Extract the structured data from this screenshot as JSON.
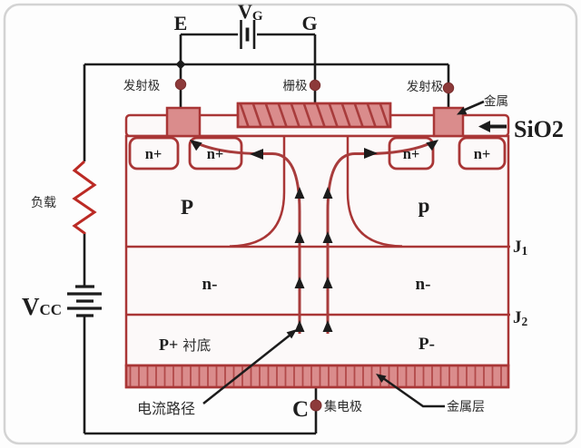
{
  "circuit": {
    "emitter_terminal": "E",
    "gate_terminal": "G",
    "collector_terminal": "C",
    "gate_source": {
      "main": "V",
      "sub": "G"
    },
    "supply": {
      "main": "V",
      "sub": "CC"
    },
    "load": "负载"
  },
  "device": {
    "electrodes": {
      "emitter_left": "发射极",
      "gate": "栅极",
      "emitter_right": "发射极",
      "collector": "集电极"
    },
    "callouts": {
      "metal": "金属",
      "sio2": "SiO2",
      "metal_layer": "金属层",
      "current_path": "电流路径"
    },
    "junctions": {
      "j1": {
        "main": "J",
        "sub": "1"
      },
      "j2": {
        "main": "J",
        "sub": "2"
      }
    },
    "regions": {
      "n_plus": [
        "n+",
        "n+",
        "n+",
        "n+"
      ],
      "p_well_left": "P",
      "p_well_right": "p",
      "n_drift_left": "n-",
      "n_drift_right": "n-",
      "substrate_prefix": "P+",
      "substrate_cjk": "衬底",
      "p_minus": "P-"
    }
  },
  "colors": {
    "outline_red": "#a93636",
    "fill_pink": "#da8c8c",
    "wire_black": "#1c1c1c",
    "dot_maroon": "#8d3a3a",
    "resistor_red": "#bb2a24",
    "frame_gray": "#d3d3d3"
  }
}
